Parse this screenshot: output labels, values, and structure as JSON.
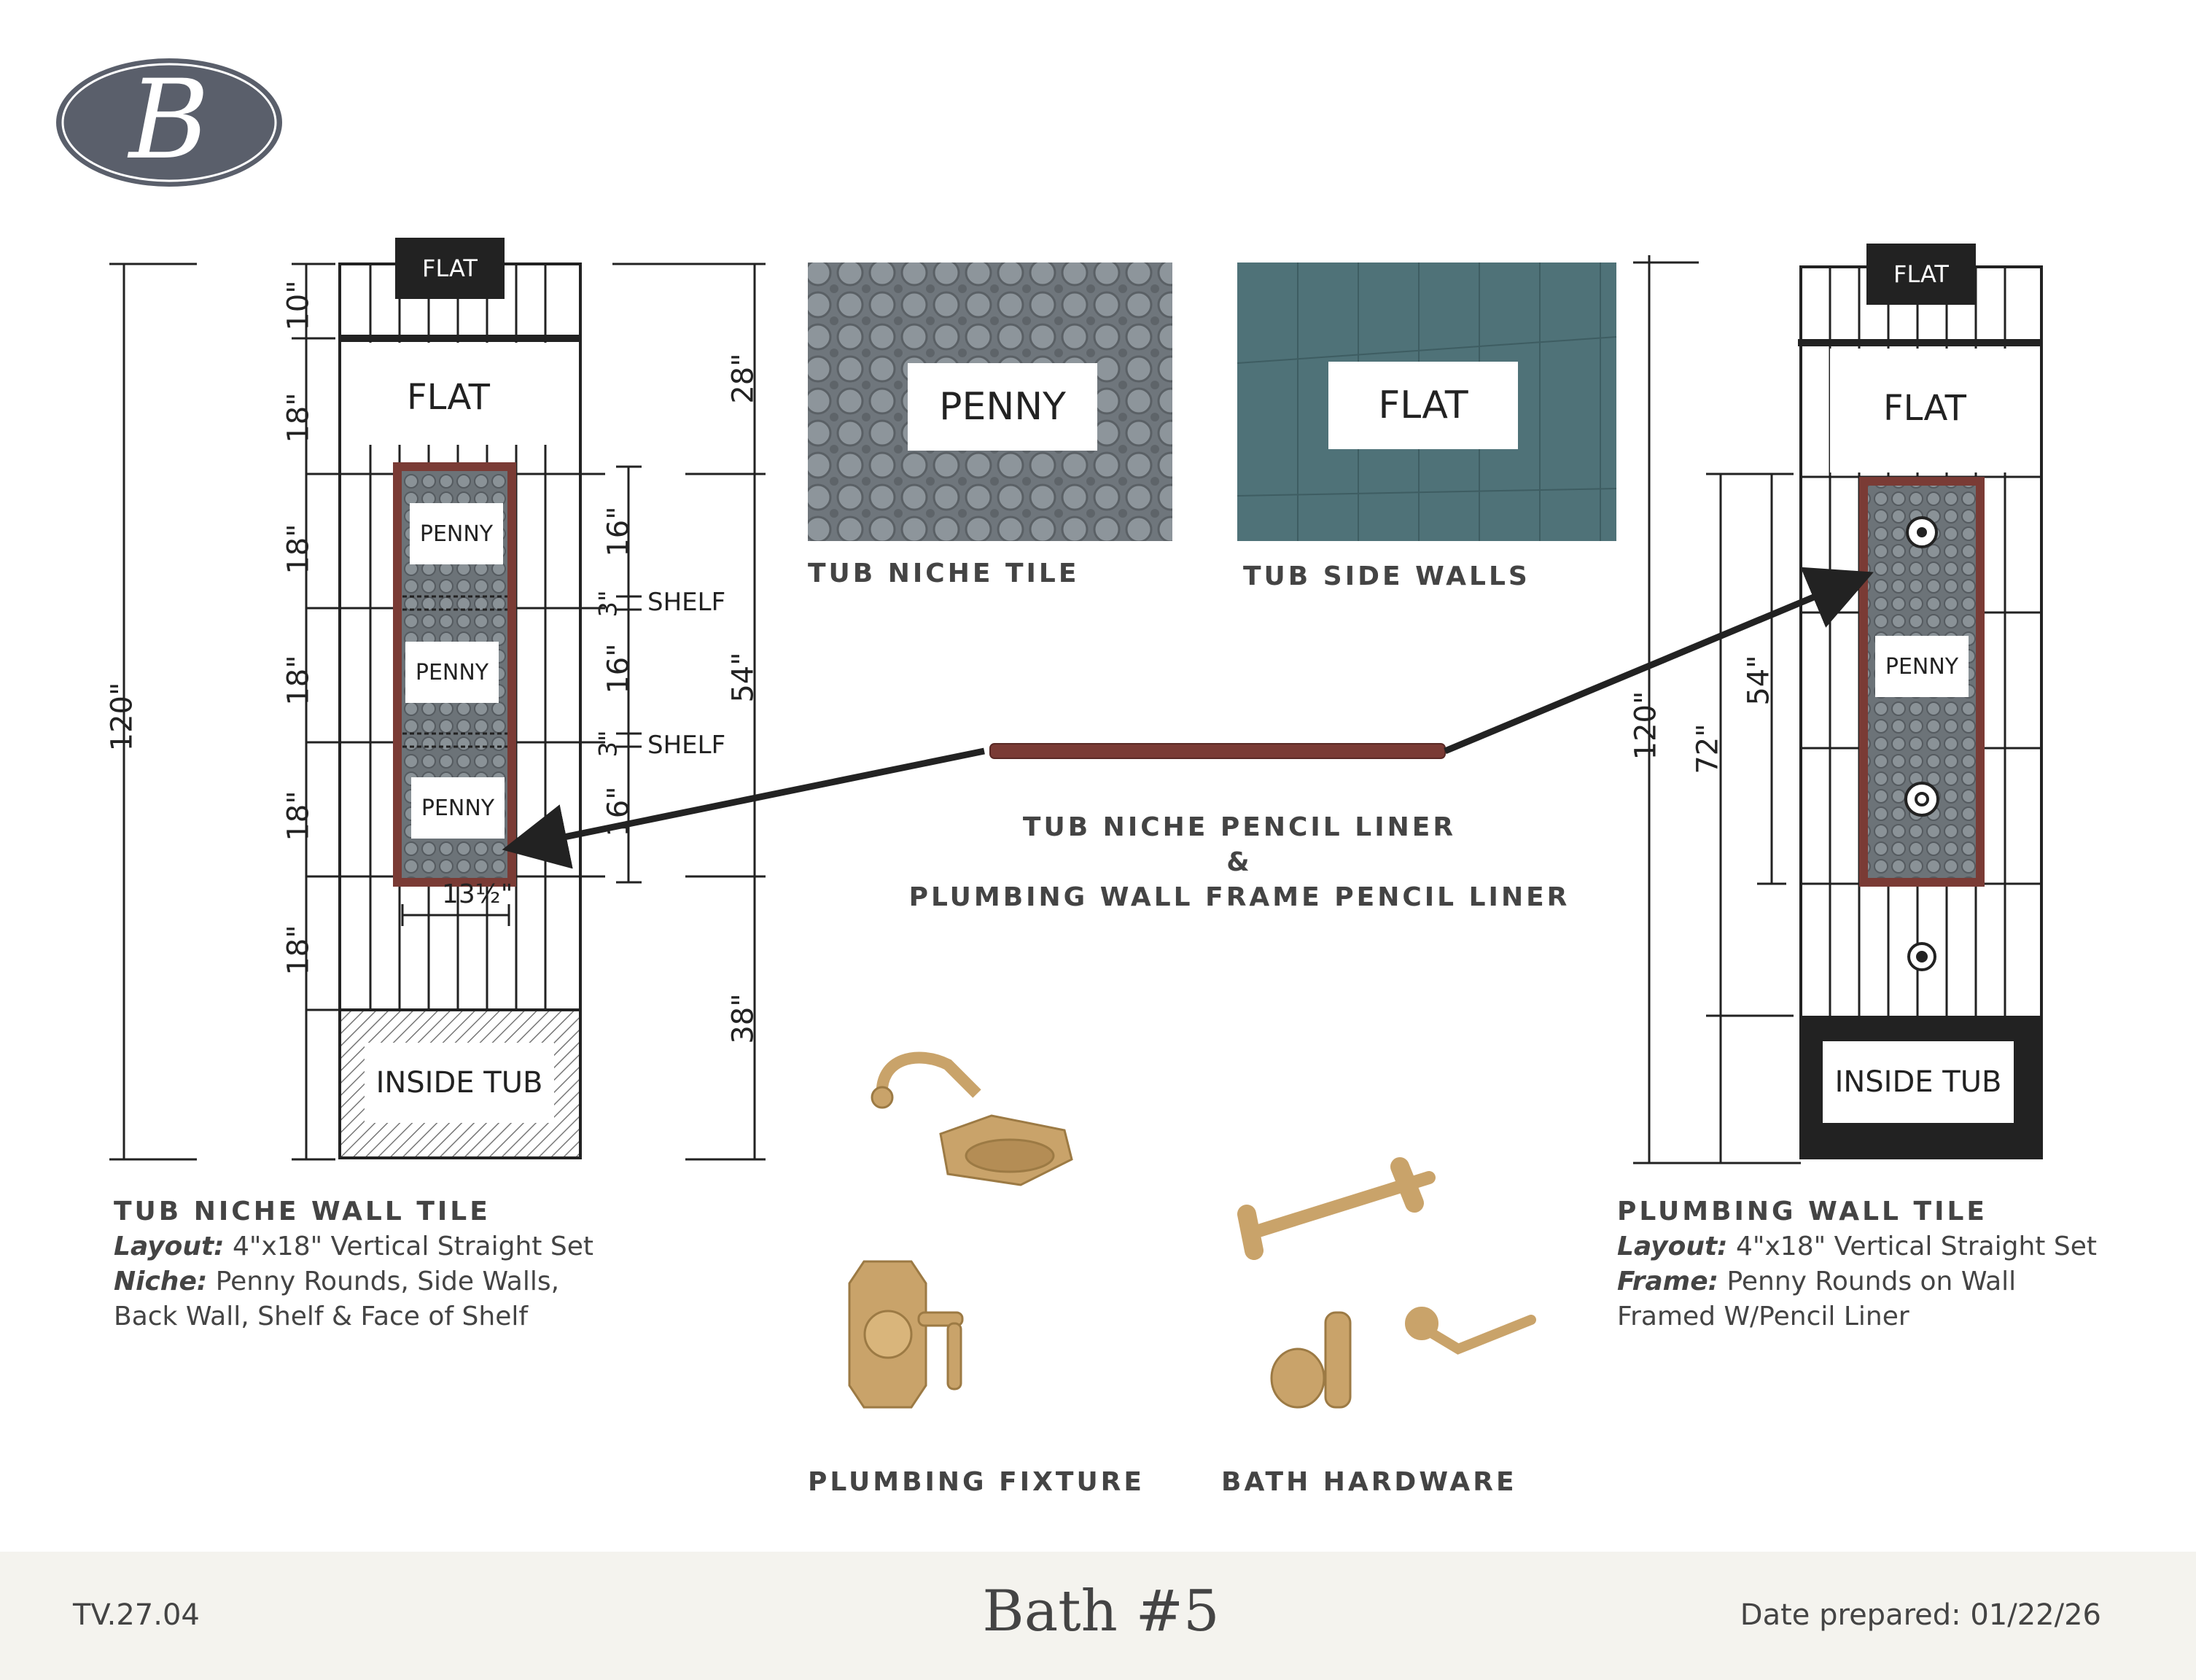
{
  "logo": {
    "letter": "B"
  },
  "left_elevation": {
    "top_cap": "FLAT",
    "band": "FLAT",
    "niche_tiles": [
      "PENNY",
      "PENNY",
      "PENNY"
    ],
    "base": "INSIDE TUB",
    "dims_left": [
      "10\"",
      "18\"",
      "18\"",
      "18\"",
      "18\"",
      "18\""
    ],
    "overall": "120\"",
    "dims_right": [
      "28\"",
      "54\"",
      "38\""
    ],
    "niche_dims": [
      "16\"",
      "3\"",
      "16\"",
      "3\"",
      "16\""
    ],
    "shelf_labels": [
      "SHELF",
      "SHELF"
    ],
    "niche_width": "13½\""
  },
  "swatches": {
    "penny": {
      "tag": "PENNY",
      "label": "TUB NICHE TILE"
    },
    "flat": {
      "tag": "FLAT",
      "label": "TUB SIDE WALLS"
    }
  },
  "liner": {
    "line1": "TUB NICHE PENCIL LINER",
    "line2": "&",
    "line3": "PLUMBING WALL FRAME PENCIL LINER"
  },
  "right_elevation": {
    "top_cap": "FLAT",
    "band": "FLAT",
    "center_tile": "PENNY",
    "base": "INSIDE TUB",
    "dims": [
      "120\"",
      "72\"",
      "54\""
    ]
  },
  "left_description": {
    "title": "TUB NICHE WALL TILE",
    "layout_key": "Layout:",
    "layout_val": "4\"x18\" Vertical Straight Set",
    "niche_key": "Niche:",
    "niche_val": "Penny Rounds, Side Walls,",
    "niche_val2": "Back Wall, Shelf & Face of Shelf"
  },
  "right_description": {
    "title": "PLUMBING WALL TILE",
    "layout_key": "Layout:",
    "layout_val": "4\"x18\" Vertical Straight Set",
    "frame_key": "Frame:",
    "frame_val": "Penny Rounds on Wall",
    "frame_val2": "Framed W/Pencil Liner"
  },
  "fixtures": {
    "plumbing": "PLUMBING FIXTURE",
    "hardware": "BATH HARDWARE"
  },
  "footer": {
    "code": "TV.27.04",
    "title": "Bath #5",
    "date": "Date prepared: 01/22/26"
  },
  "colors": {
    "logo": "#5a5f6b",
    "penny_bg": "#7d848a",
    "flat_bg": "#4f7278",
    "liner": "#7a3b35",
    "gold": "#c9a36a",
    "hatch": "#888888"
  }
}
